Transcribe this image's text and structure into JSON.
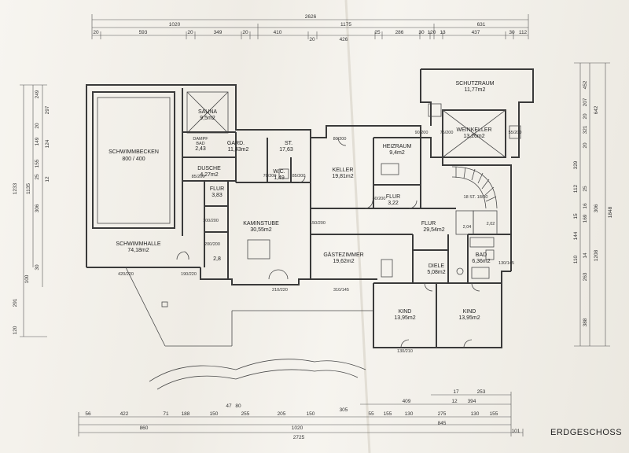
{
  "title": "ERDGESCHOSS",
  "rooms": {
    "schutzraum": [
      "SCHUTZRAUM",
      "11,77m2"
    ],
    "sauna": [
      "SAUNA",
      "9,5m2"
    ],
    "schwimmbecken": [
      "SCHWIMMBECKEN",
      "800 / 400"
    ],
    "dampfbad": [
      "DAMPF",
      "BAD",
      "2,43"
    ],
    "gard": [
      "GARD.",
      "11,43m2"
    ],
    "st1": [
      "ST.",
      "17,63"
    ],
    "keller": [
      "KELLER",
      "19,81m2"
    ],
    "heizraum": [
      "HEIZRAUM",
      "9,4m2"
    ],
    "weinkeller": [
      "WEINKELLER",
      "13,26m2"
    ],
    "dusche": [
      "DUSCHE",
      "4,27m2"
    ],
    "wc": [
      "W.C.",
      "1,49"
    ],
    "flur1": [
      "FLUR",
      "3,83"
    ],
    "flur2": [
      "FLUR",
      "3,22"
    ],
    "st2": [
      "18 ST. 18/30"
    ],
    "schwimmhalle": [
      "SCHWIMMHALLE",
      "74,18m2"
    ],
    "kaminstube": [
      "KAMINSTUBE",
      "30,55m2"
    ],
    "flur3": [
      "FLUR",
      "29,54m2"
    ],
    "small1": [
      "2,8"
    ],
    "gaestezimmer": [
      "GÄSTEZIMMER",
      "19,62m2"
    ],
    "diele": [
      "DIELE",
      "5,08m2"
    ],
    "bad": [
      "BAD",
      "6,36m2"
    ],
    "kind1": [
      "KIND",
      "13,95m2"
    ],
    "kind2": [
      "KIND",
      "13,95m2"
    ],
    "cell1": [
      "2,04"
    ],
    "cell2": [
      "2,02"
    ]
  },
  "dims_top": {
    "total": "2626",
    "row2": [
      "1020",
      "1175",
      "631"
    ],
    "row3": [
      "20",
      "593",
      "20",
      "349",
      "20",
      "410",
      "20",
      "426",
      "25",
      "286",
      "30",
      "120",
      "13",
      "437",
      "30",
      "112"
    ]
  },
  "dims_bottom": {
    "row1": [
      "17",
      "253"
    ],
    "row2": [
      "409",
      "12",
      "394"
    ],
    "row3": [
      "56",
      "422",
      "71",
      "188",
      "150",
      "47",
      "80",
      "255",
      "205",
      "150",
      "305",
      "55",
      "155",
      "130",
      "275",
      "130",
      "155"
    ],
    "row4": [
      "860",
      "1020",
      "845"
    ],
    "total": "2725",
    "end": "101"
  },
  "dims_left": {
    "total": "1233",
    "sub": "1135",
    "left": [
      "249",
      "297",
      "20",
      "149",
      "124",
      "155",
      "25",
      "12",
      "306",
      "100",
      "30",
      "291",
      "120"
    ],
    "bottom_small": [
      "100",
      "30"
    ]
  },
  "dims_right": {
    "total": "1848",
    "col1": [
      "452",
      "207",
      "20",
      "321",
      "20",
      "329",
      "144",
      "112",
      "25",
      "110",
      "14",
      "263",
      "388"
    ],
    "col2": [
      "642",
      "306",
      "1208"
    ],
    "small": [
      "15",
      "169",
      "16"
    ]
  },
  "openings": [
    "70/200",
    "85/200",
    "80/200",
    "100/200",
    "150/200",
    "190/220",
    "420/220",
    "200/200",
    "210/220",
    "310/145",
    "130/145",
    "130/210",
    "85/200",
    "90/200",
    "75/200",
    "55/200",
    "80/200"
  ]
}
